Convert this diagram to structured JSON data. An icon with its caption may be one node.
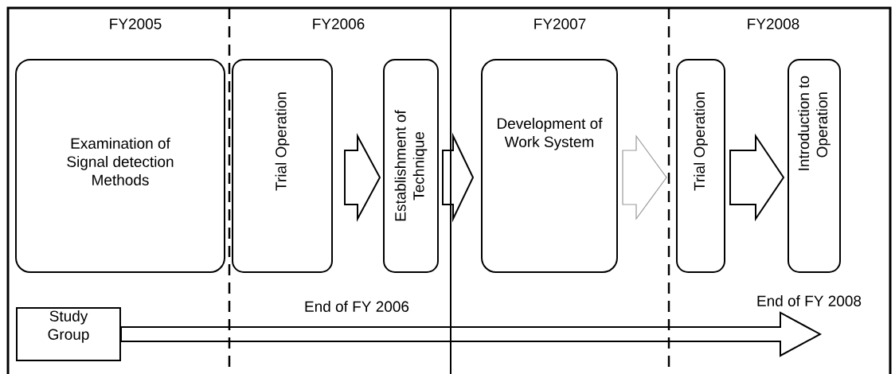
{
  "diagram": {
    "nodes": [
      {
        "text": [
          "Examination of Signal detection Methods"
        ]
      },
      {
        "text": [
          "Trial Operation"
        ]
      },
      {
        "text": [
          "Establishment of Technique"
        ]
      },
      {
        "text": [
          "Development of Work System"
        ]
      },
      {
        "text": [
          "Trial Operation"
        ]
      },
      {
        "text": [
          "Introduction to Operation"
        ]
      },
      {
        "text": [
          "Study Group"
        ]
      }
    ],
    "edges": [
      {
        "from": 1,
        "to": 2,
        "arrow": "to"
      },
      {
        "from": 2,
        "to": 3,
        "arrow": "to"
      },
      {
        "from": 3,
        "to": 4,
        "arrow": "to",
        "color": "#9a9a9a"
      },
      {
        "from": 4,
        "to": 5,
        "arrow": "to"
      },
      {
        "from": 6,
        "to": null,
        "arrow": "to"
      }
    ],
    "labels": [
      "FY2005",
      "FY2006",
      "FY2007",
      "FY2008",
      "End of FY 2006",
      "End of FY 2008"
    ]
  }
}
